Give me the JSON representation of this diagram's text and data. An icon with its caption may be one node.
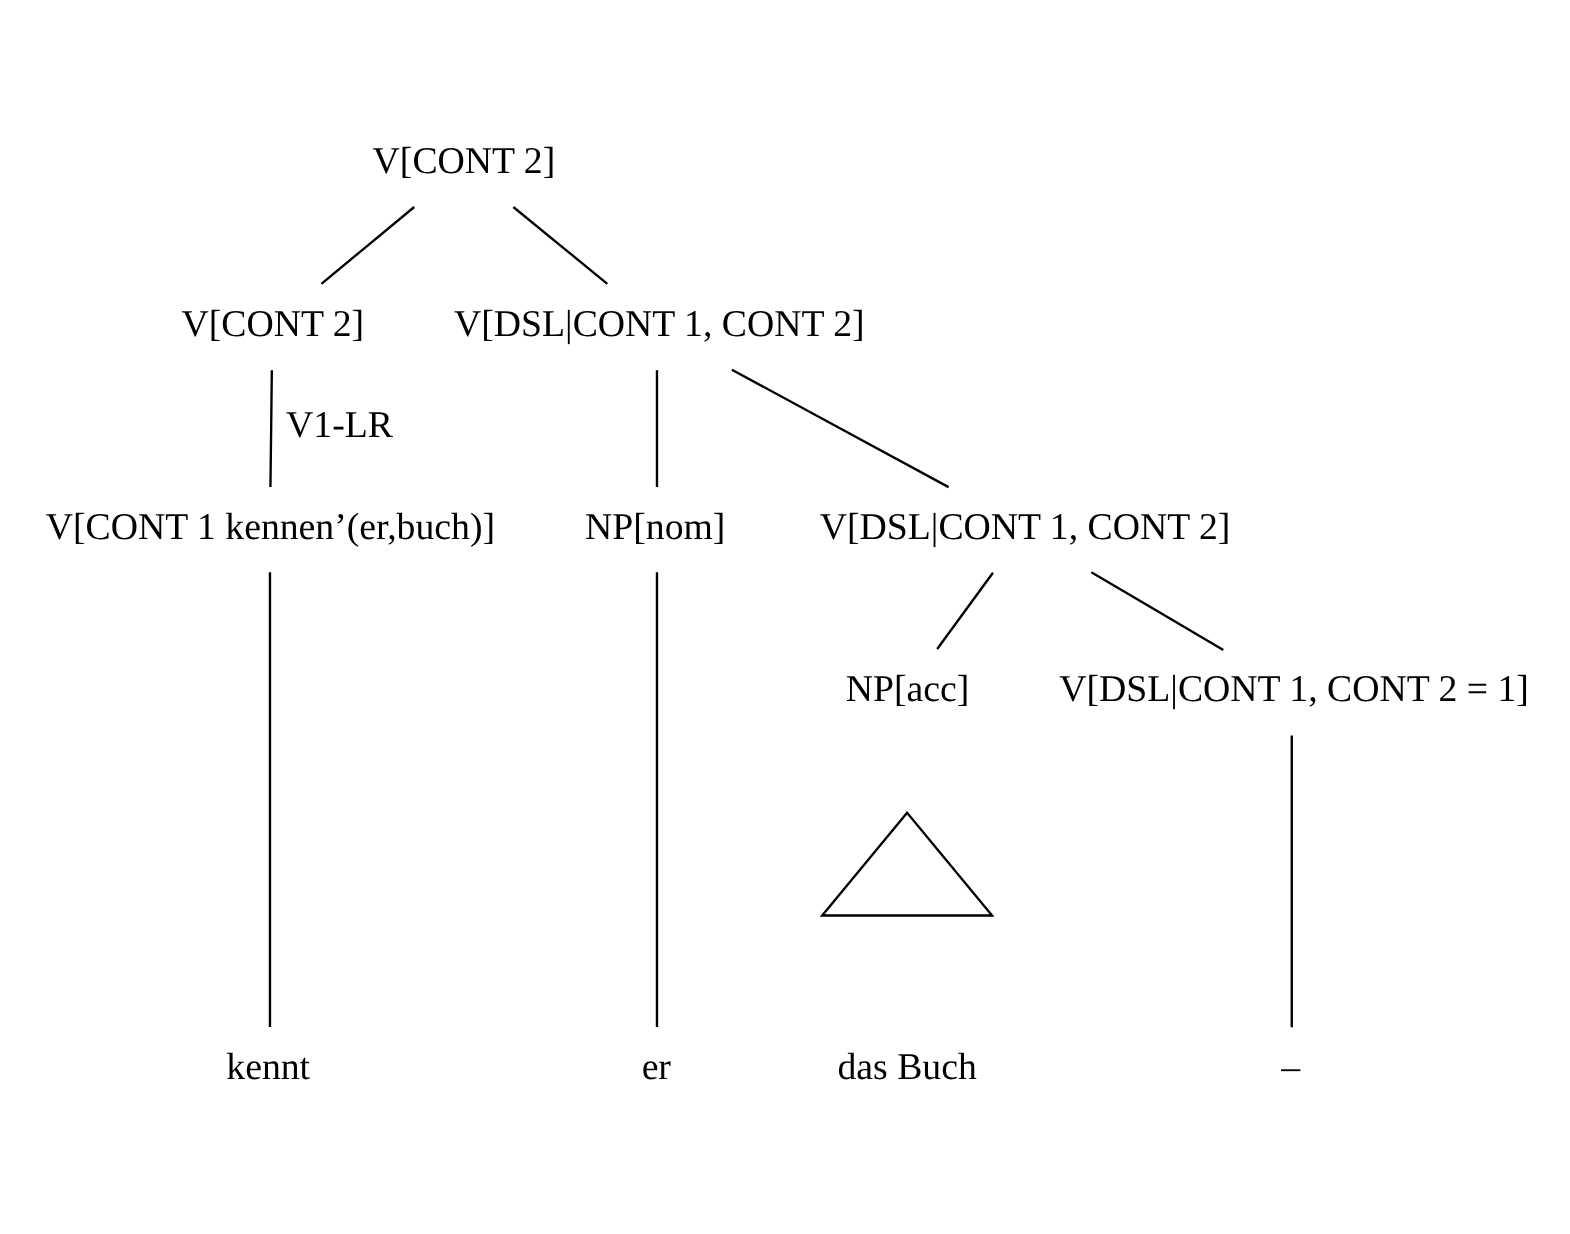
{
  "diagram": {
    "nodes": [
      {
        "text": [
          "V[CONT 2]"
        ]
      },
      {
        "text": [
          "V[CONT 2]"
        ]
      },
      {
        "text": [
          "V[DSL|CONT 1, CONT 2]"
        ]
      },
      {
        "text": [
          "V[CONT 1 kennen’(er,buch)]"
        ]
      },
      {
        "text": [
          "NP[nom]"
        ]
      },
      {
        "text": [
          "V[DSL|CONT 1, CONT 2]"
        ]
      },
      {
        "text": [
          "NP[acc]"
        ]
      },
      {
        "text": [
          "V[DSL|CONT 1, CONT 2 = 1]"
        ]
      },
      {
        "text": [],
        "shape": "triangle",
        "beside": [
          "das Buch"
        ]
      },
      {
        "text": [
          "kennt"
        ]
      },
      {
        "text": [
          "er"
        ]
      },
      {
        "text": [
          "–"
        ]
      }
    ],
    "edges": [
      {
        "from": 0,
        "to": 1,
        "arrow": "none"
      },
      {
        "from": 0,
        "to": 2,
        "arrow": "none"
      },
      {
        "from": 1,
        "to": 3,
        "arrow": "none",
        "label": "V1-LR"
      },
      {
        "from": 2,
        "to": 4,
        "arrow": "none"
      },
      {
        "from": 2,
        "to": 5,
        "arrow": "none"
      },
      {
        "from": 3,
        "to": 9,
        "arrow": "none"
      },
      {
        "from": 4,
        "to": 10,
        "arrow": "none"
      },
      {
        "from": 5,
        "to": 6,
        "arrow": "none"
      },
      {
        "from": 5,
        "to": 7,
        "arrow": "none"
      },
      {
        "from": 7,
        "to": 11,
        "arrow": "none"
      }
    ]
  }
}
